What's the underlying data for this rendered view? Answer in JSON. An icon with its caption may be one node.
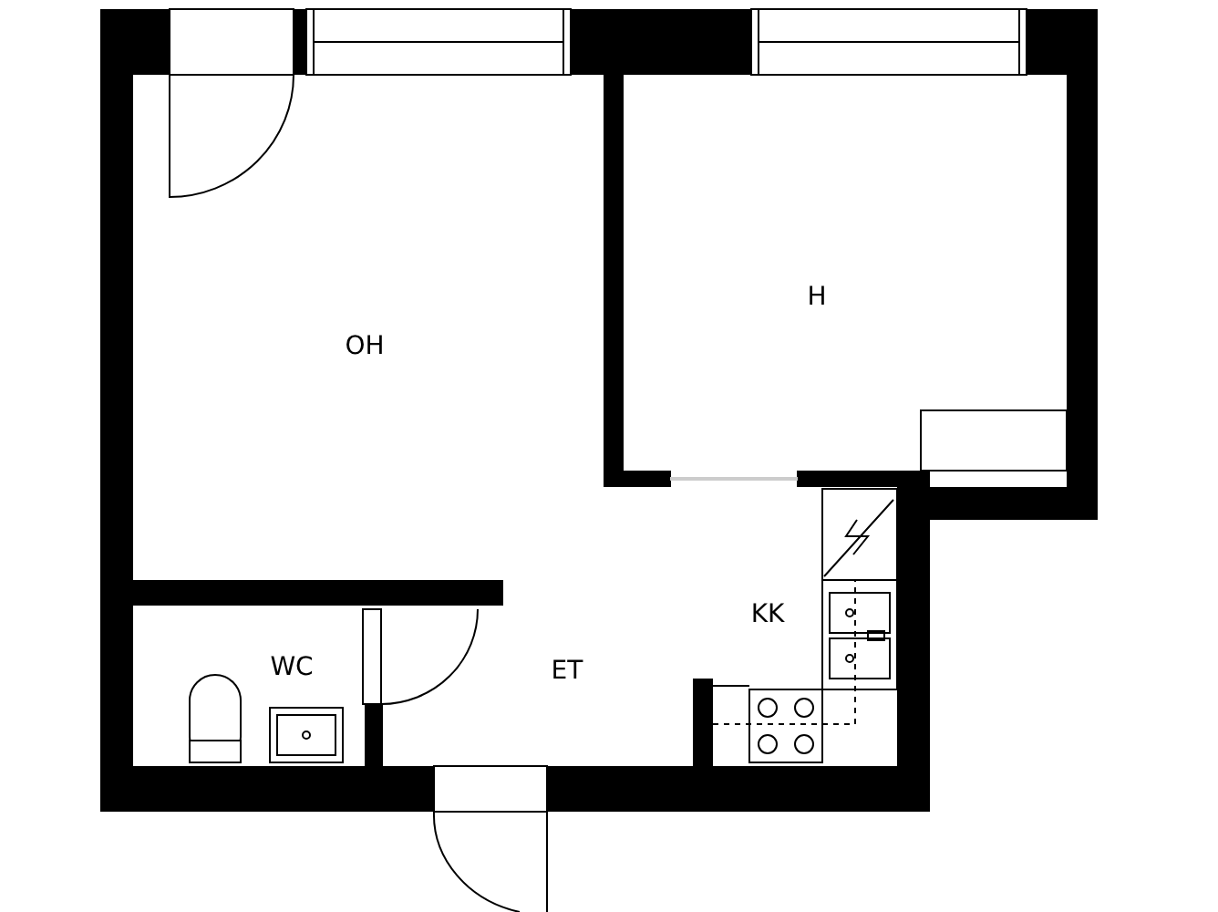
{
  "diagram": {
    "labels": [
      "OH",
      "H",
      "KK",
      "WC",
      "ET"
    ]
  }
}
